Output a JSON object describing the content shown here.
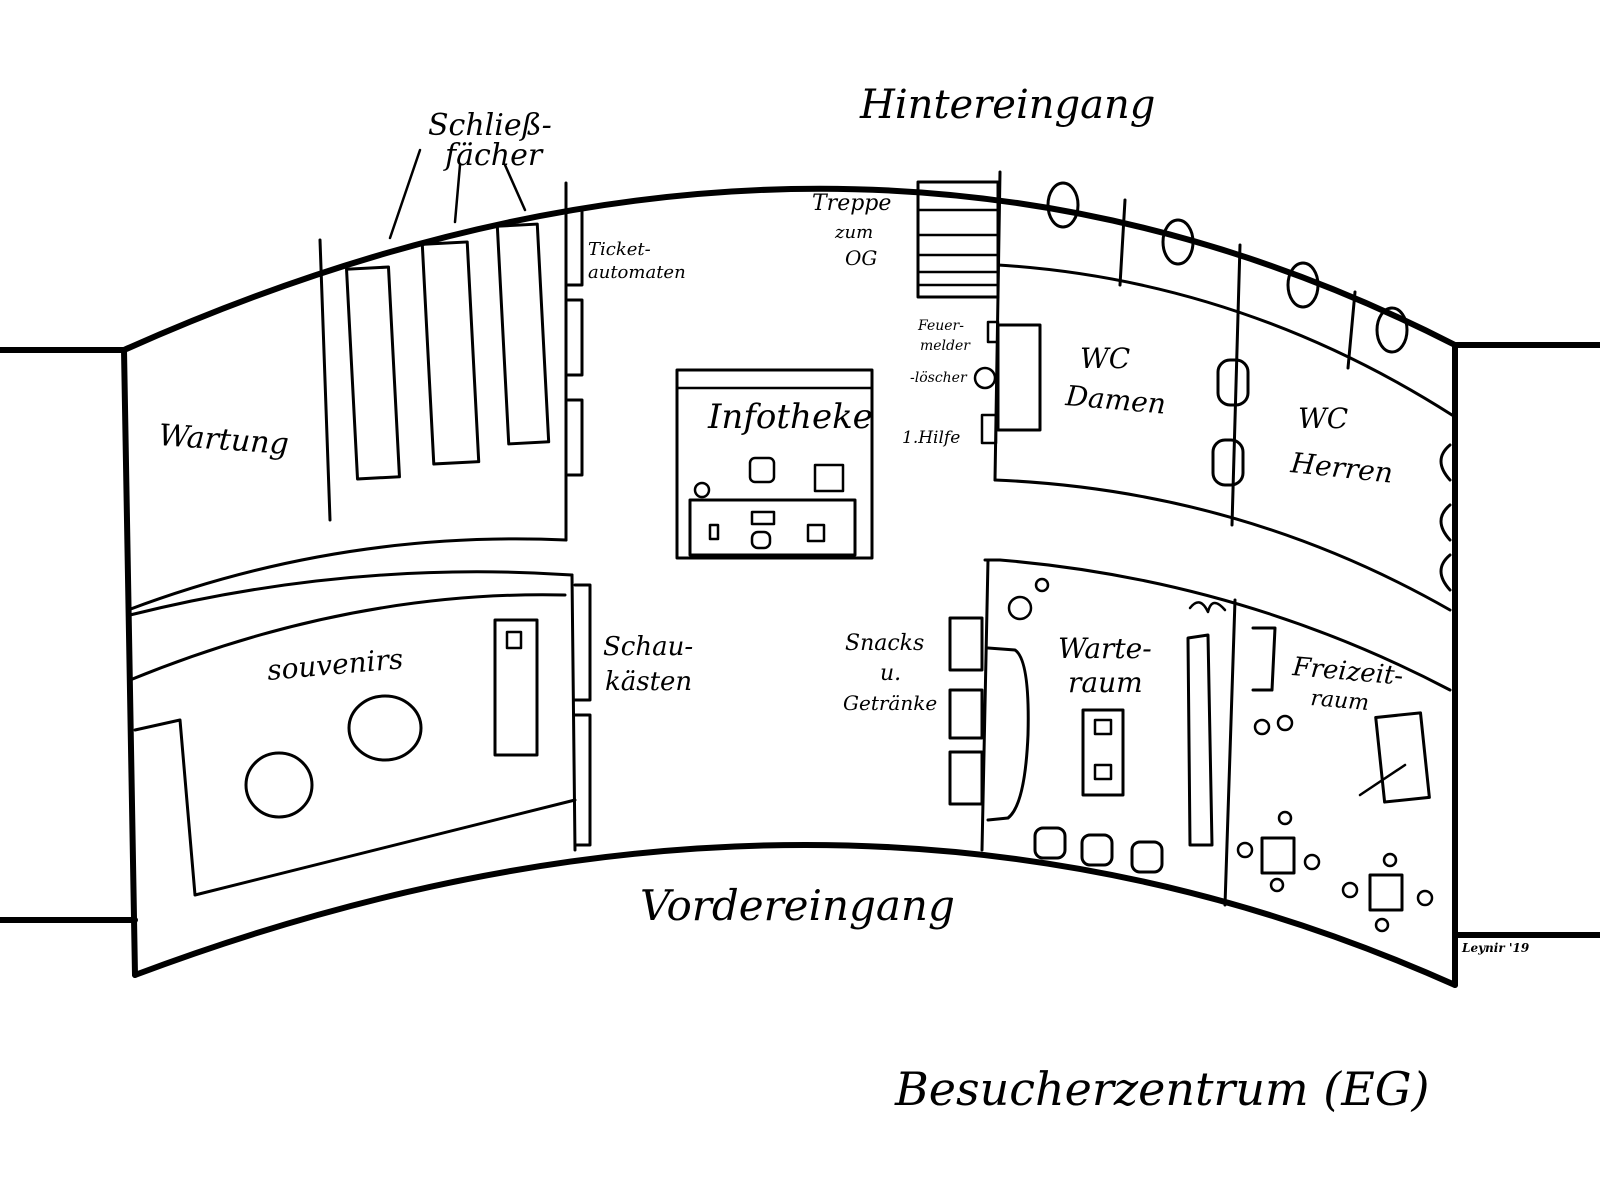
{
  "title": "Besucherzentrum (EG)",
  "signature": "Leynir '19",
  "entrances": {
    "back": "Hintereingang",
    "front": "Vordereingang"
  },
  "rooms": {
    "maintenance": "Wartung",
    "lockers_line1": "Schließ-",
    "lockers_line2": "fächer",
    "ticket_line1": "Ticket-",
    "ticket_line2": "automaten",
    "info_desk": "Infotheke",
    "stairs_line1": "Treppe",
    "stairs_line2": "zum",
    "stairs_line3": "OG",
    "fire_alarm_line1": "Feuer-",
    "fire_alarm_line2": "melder",
    "extinguisher": "-löscher",
    "first_aid": "1.Hilfe",
    "wc_women_line1": "WC",
    "wc_women_line2": "Damen",
    "wc_men_line1": "WC",
    "wc_men_line2": "Herren",
    "souvenirs": "souvenirs",
    "showcase_line1": "Schau-",
    "showcase_line2": "kästen",
    "snacks_line1": "Snacks",
    "snacks_line2": "u.",
    "snacks_line3": "Getränke",
    "waiting_line1": "Warte-",
    "waiting_line2": "raum",
    "leisure_line1": "Freizeit-",
    "leisure_line2": "raum"
  }
}
